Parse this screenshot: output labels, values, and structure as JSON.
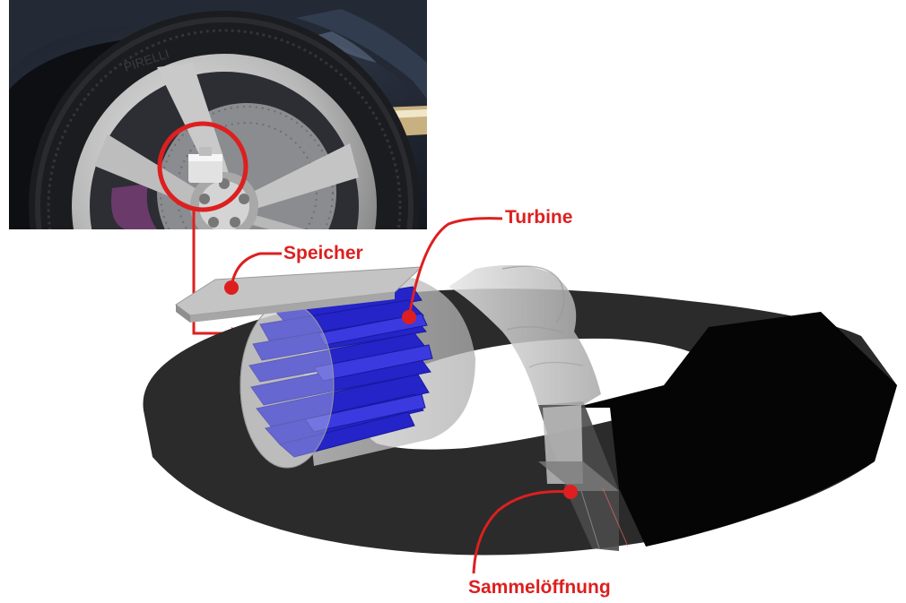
{
  "labels": {
    "speicher": "Speicher",
    "turbine": "Turbine",
    "sammeloeffnung": "Sammelöffnung"
  },
  "colors": {
    "callout": "#dd1f1f",
    "ring": "#2b2b2b",
    "ring_dark": "#050505",
    "turbine_blades": "#2424c8",
    "housing": "#c8c8c8",
    "photo_background": "#1a1d24"
  },
  "photo": {
    "tire_brand": "PIRELLI"
  }
}
